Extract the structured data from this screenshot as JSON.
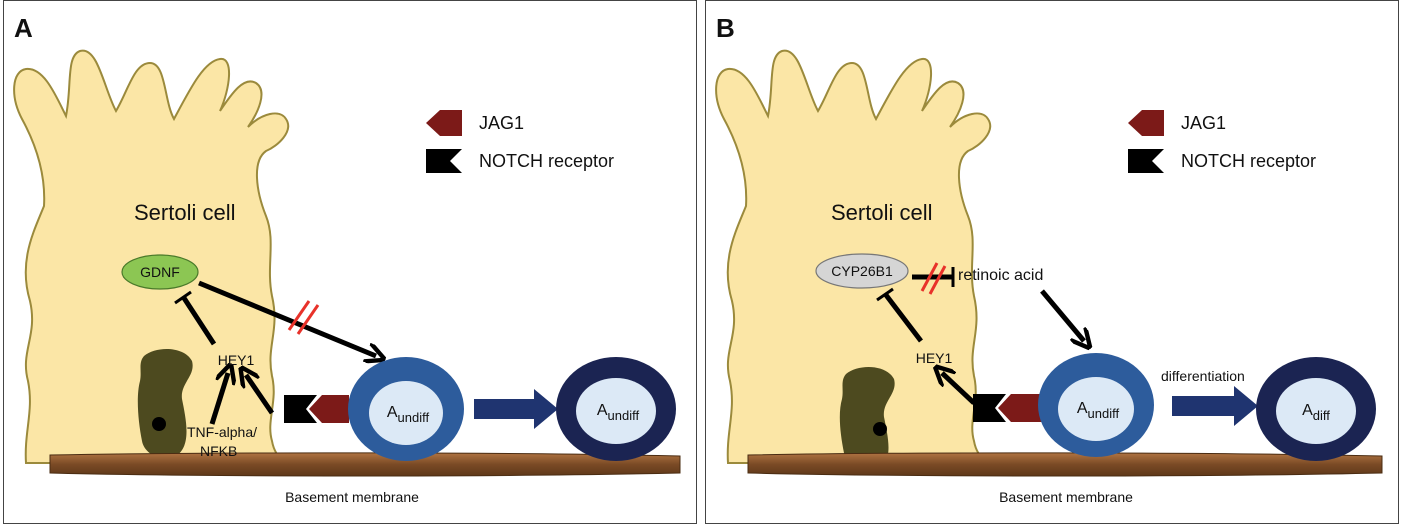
{
  "panels": [
    {
      "letter": "A",
      "legend": {
        "jag1": "JAG1",
        "notch": "NOTCH receptor"
      },
      "sertoli": "Sertoli cell",
      "signal": "GDNF",
      "hey1": "HEY1",
      "tnf_line1": "TNF-alpha/",
      "tnf_line2": "NFKB",
      "cell1_main": "A",
      "cell1_sub": "undiff",
      "cell2_main": "A",
      "cell2_sub": "undiff",
      "membrane": "Basement membrane"
    },
    {
      "letter": "B",
      "legend": {
        "jag1": "JAG1",
        "notch": "NOTCH receptor"
      },
      "sertoli": "Sertoli cell",
      "signal": "CYP26B1",
      "retinoic": "retinoic acid",
      "hey1": "HEY1",
      "cell1_main": "A",
      "cell1_sub": "undiff",
      "differentiation": "differentiation",
      "cell2_main": "A",
      "cell2_sub": "diff",
      "membrane": "Basement membrane"
    }
  ],
  "colors": {
    "sertoli_fill": "#fbe6a6",
    "sertoli_stroke": "#9b8a3c",
    "nucleus": "#4d4a1f",
    "jag1": "#7c1a18",
    "notch": "#000000",
    "gdnf": "#8cc653",
    "cyp26b1": "#d5d5d5",
    "undiff_outer": "#2d5c9c",
    "diff_outer": "#1b2452",
    "cell_inner": "#dce9f6",
    "block": "#e8322a",
    "membrane": "#7a4a25"
  }
}
